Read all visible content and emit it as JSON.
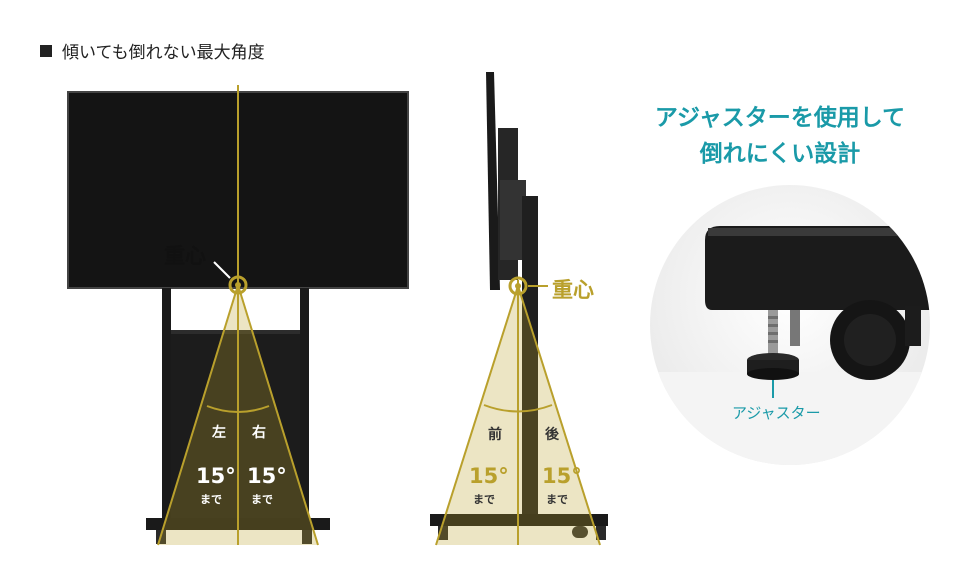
{
  "heading": "傾いても倒れない最大角度",
  "front": {
    "cog_label": "重心",
    "left_label": "左",
    "right_label": "右",
    "left_angle": "15°",
    "right_angle": "15°",
    "left_made": "まで",
    "right_made": "まで"
  },
  "side": {
    "cog_label": "重心",
    "front_label": "前",
    "back_label": "後",
    "front_angle": "15°",
    "back_angle": "15°",
    "front_made": "まで",
    "back_made": "まで"
  },
  "callout": {
    "line1": "アジャスターを使用して",
    "line2": "倒れにくい設計",
    "adjuster_label": "アジャスター"
  },
  "colors": {
    "accent_gold": "#b9a02c",
    "teal": "#1a9aa8"
  }
}
